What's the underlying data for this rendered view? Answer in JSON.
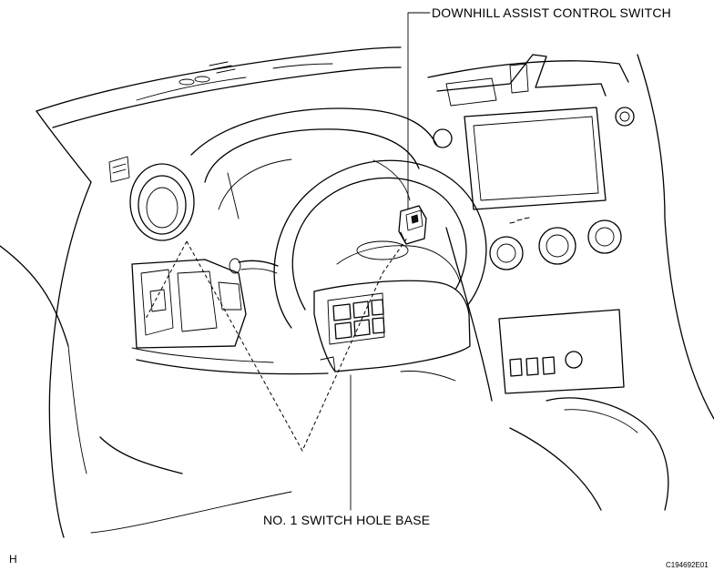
{
  "diagram": {
    "callouts": {
      "downhill_assist": "DOWNHILL ASSIST CONTROL SWITCH",
      "switch_hole_base": "NO. 1 SWITCH HOLE BASE"
    },
    "corner_marks": {
      "bottom_left": "H",
      "bottom_right": "C194692E01"
    }
  }
}
